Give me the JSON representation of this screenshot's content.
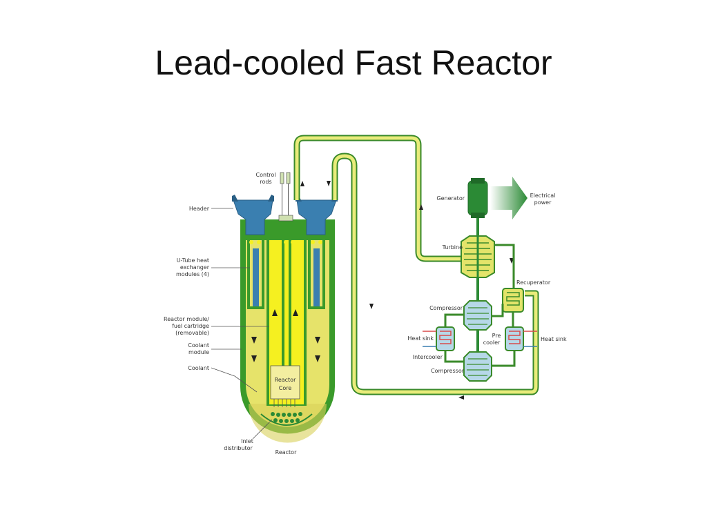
{
  "slide": {
    "title": "Lead-cooled Fast Reactor"
  },
  "diagram": {
    "labels": {
      "control_rods": [
        "Control",
        "rods"
      ],
      "header": "Header",
      "u_tube": [
        "U-Tube heat",
        "exchanger",
        "modules (4)"
      ],
      "reactor_module": [
        "Reactor module/",
        "fuel cartridge",
        "(removable)"
      ],
      "coolant_module": [
        "Coolant",
        "module"
      ],
      "coolant": "Coolant",
      "reactor_core": [
        "Reactor",
        "Core"
      ],
      "inlet_distributor": [
        "Inlet",
        "distributor"
      ],
      "reactor": "Reactor",
      "generator": "Generator",
      "electrical_power": [
        "Electrical",
        "power"
      ],
      "turbine": "Turbine",
      "recuperator": "Recuperator",
      "compressor_top": "Compressor",
      "compressor_bottom": "Compressor",
      "heat_sink_left": "Heat sink",
      "heat_sink_right": "Heat sink",
      "precooler": [
        "Pre",
        "cooler"
      ],
      "intercooler": "Intercooler"
    },
    "colors": {
      "vessel_green": "#3a9a2a",
      "coolant_yellow": "#e6e36a",
      "core_yellow": "#f5f020",
      "header_blue": "#3a7fb0",
      "pipe_yellow": "#e9ec7a",
      "pipe_green": "#5aa63a",
      "turbomachine_yellow": "#e3e46a",
      "turbomachine_blue": "#b6d8e8",
      "heat_sink_red": "#d94a4a",
      "generator_green": "#2b8a35"
    }
  }
}
